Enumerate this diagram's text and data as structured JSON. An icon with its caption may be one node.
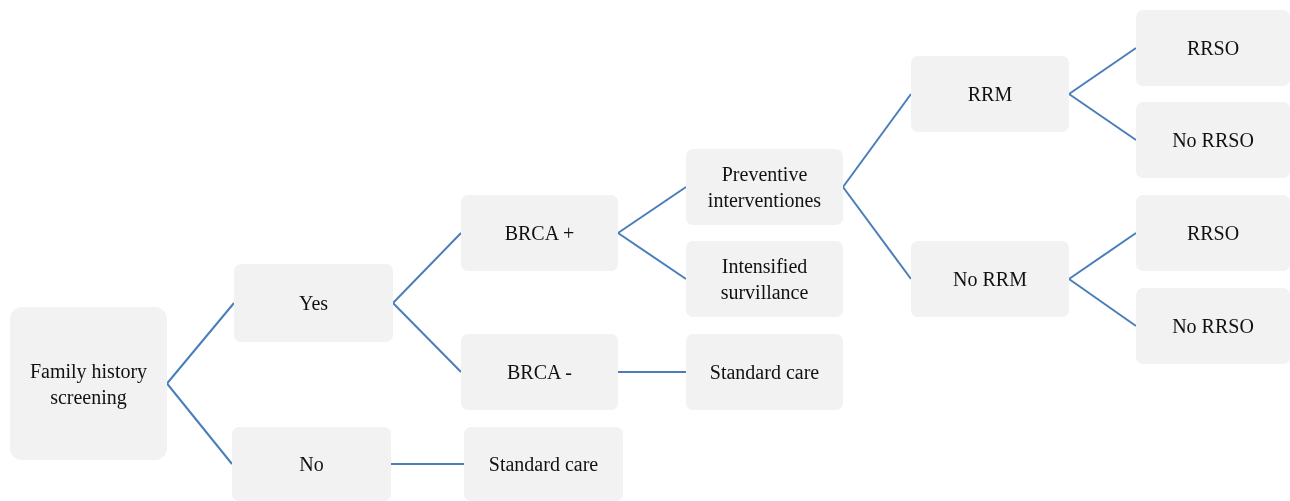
{
  "diagram": {
    "nodes": [
      {
        "text": [
          "Family history screening"
        ]
      },
      {
        "text": [
          "Yes"
        ]
      },
      {
        "text": [
          "No"
        ]
      },
      {
        "text": [
          "BRCA +"
        ]
      },
      {
        "text": [
          "BRCA -"
        ]
      },
      {
        "text": [
          "Standard care"
        ]
      },
      {
        "text": [
          "Preventive interventiones"
        ]
      },
      {
        "text": [
          "Intensified survillance"
        ]
      },
      {
        "text": [
          "Standard care"
        ]
      },
      {
        "text": [
          "RRM"
        ]
      },
      {
        "text": [
          "No RRM"
        ]
      },
      {
        "text": [
          "RRSO"
        ]
      },
      {
        "text": [
          "No RRSO"
        ]
      },
      {
        "text": [
          "RRSO"
        ]
      },
      {
        "text": [
          "No RRSO"
        ]
      }
    ],
    "edges": [
      {
        "from": 0,
        "to": 1,
        "arrow": "none"
      },
      {
        "from": 0,
        "to": 2,
        "arrow": "none"
      },
      {
        "from": 1,
        "to": 3,
        "arrow": "none"
      },
      {
        "from": 1,
        "to": 4,
        "arrow": "none"
      },
      {
        "from": 2,
        "to": 5,
        "arrow": "none"
      },
      {
        "from": 3,
        "to": 6,
        "arrow": "none"
      },
      {
        "from": 3,
        "to": 7,
        "arrow": "none"
      },
      {
        "from": 4,
        "to": 8,
        "arrow": "none"
      },
      {
        "from": 6,
        "to": 9,
        "arrow": "none"
      },
      {
        "from": 6,
        "to": 10,
        "arrow": "none"
      },
      {
        "from": 9,
        "to": 11,
        "arrow": "none"
      },
      {
        "from": 9,
        "to": 12,
        "arrow": "none"
      },
      {
        "from": 10,
        "to": 13,
        "arrow": "none"
      },
      {
        "from": 10,
        "to": 14,
        "arrow": "none"
      }
    ]
  }
}
